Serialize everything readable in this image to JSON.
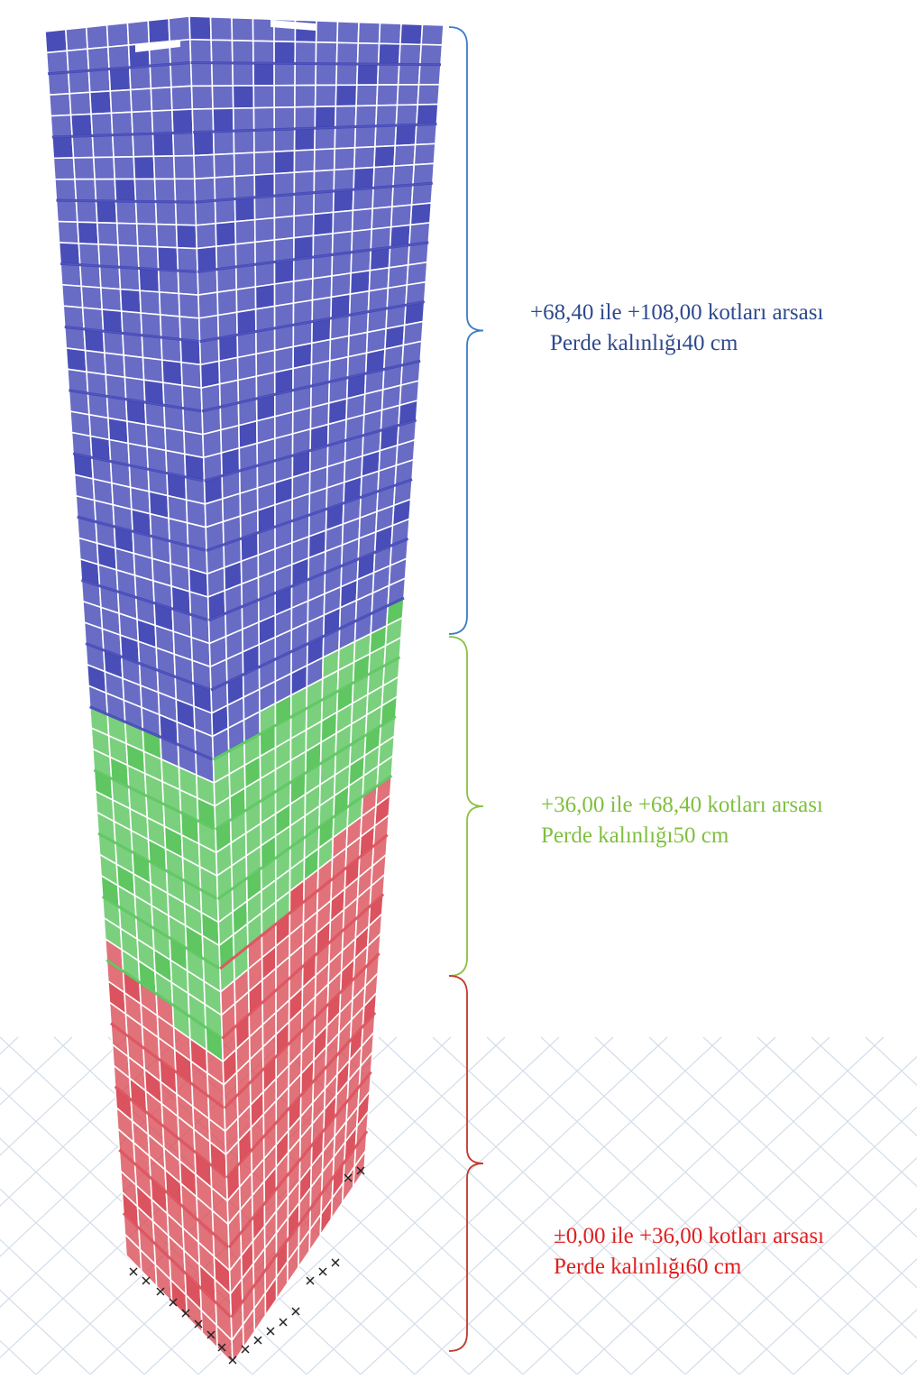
{
  "zones": [
    {
      "id": "top",
      "range_text": "+68,40 ile +108,00 kotları arsası",
      "thickness_text": "Perde kalınlığı40 cm",
      "color": "#2E4A8C",
      "fill": "#3E43B4",
      "brace_color": "#3C7CC4"
    },
    {
      "id": "mid",
      "range_text": "+36,00 ile +68,40 kotları arsası",
      "thickness_text": "Perde kalınlığı50 cm",
      "color": "#7FBF3F",
      "fill": "#56C35A",
      "brace_color": "#8CC044"
    },
    {
      "id": "bot",
      "range_text": "±0,00 ile +36,00 kotları arsası",
      "thickness_text": "Perde kalınlığı60 cm",
      "color": "#E02020",
      "fill": "#D94A55",
      "brace_color": "#C0392B"
    }
  ]
}
